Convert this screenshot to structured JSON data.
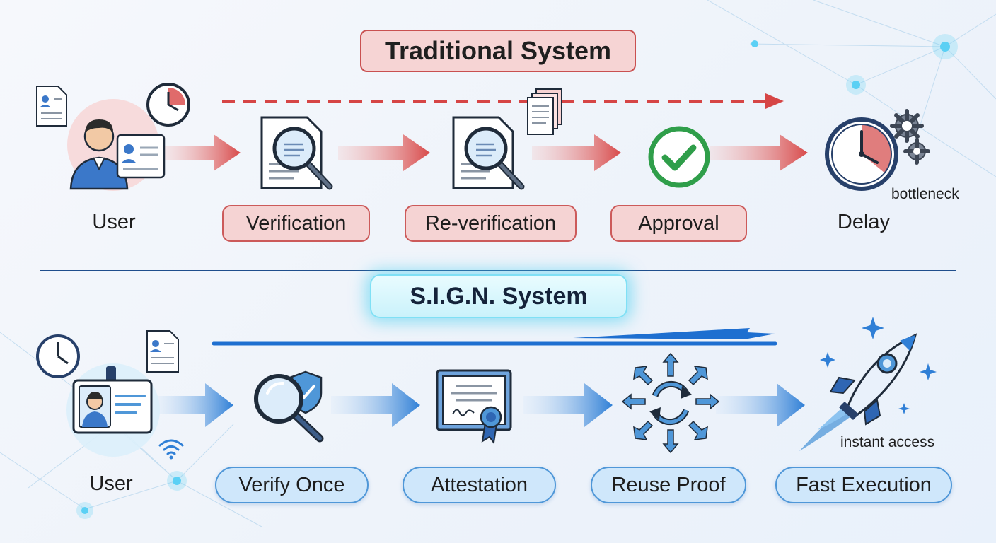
{
  "traditional": {
    "title": "Traditional System",
    "user_label": "User",
    "steps": [
      "Verification",
      "Re-verification",
      "Approval"
    ],
    "end_label": "Delay",
    "end_note": "bottleneck",
    "colors": {
      "accent": "#d64545",
      "fill": "#f5d3d3"
    }
  },
  "sign": {
    "title": "S.I.G.N. System",
    "user_label": "User",
    "steps": [
      "Verify Once",
      "Attestation",
      "Reuse Proof",
      "Fast Execution"
    ],
    "end_note": "instant access",
    "colors": {
      "accent": "#2f7fd6",
      "fill": "#cfe7fb",
      "glow": "#40cef0"
    }
  },
  "icons": {
    "trad_user": "user-with-id-card-icon",
    "trad_doc": "document-icon",
    "trad_clock": "clock-icon",
    "verification": "document-magnifier-icon",
    "reverification": "document-magnifier-icon",
    "stack": "document-stack-icon",
    "approval": "check-circle-icon",
    "delay": "clock-icon",
    "gears": "gears-icon",
    "sign_user": "id-badge-icon",
    "sign_clock": "clock-icon",
    "sign_doc": "document-icon",
    "wifi": "wifi-icon",
    "verify_once": "magnifier-shield-icon",
    "attestation": "certificate-icon",
    "reuse": "reuse-arrows-icon",
    "fast": "rocket-icon"
  }
}
